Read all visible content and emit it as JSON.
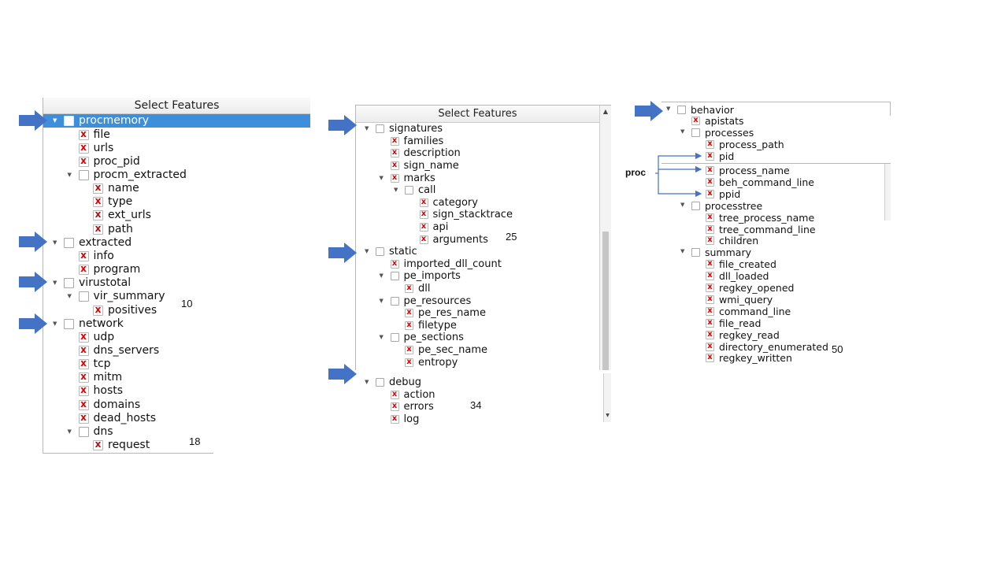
{
  "header_title": "Select Features",
  "panels": [
    {
      "id": "p1",
      "count": "10",
      "count2": "18",
      "rows": [
        {
          "label": "procmemory",
          "level": 0,
          "toggle": "open",
          "check": "box",
          "selected": true
        },
        {
          "label": "file",
          "level": 1,
          "check": "x"
        },
        {
          "label": "urls",
          "level": 1,
          "check": "x"
        },
        {
          "label": "proc_pid",
          "level": 1,
          "check": "x"
        },
        {
          "label": "procm_extracted",
          "level": 1,
          "toggle": "open",
          "check": "box"
        },
        {
          "label": "name",
          "level": 2,
          "check": "x"
        },
        {
          "label": "type",
          "level": 2,
          "check": "x"
        },
        {
          "label": "ext_urls",
          "level": 2,
          "check": "x"
        },
        {
          "label": "path",
          "level": 2,
          "check": "x"
        },
        {
          "label": "extracted",
          "level": 0,
          "toggle": "open",
          "check": "box"
        },
        {
          "label": "info",
          "level": 1,
          "check": "x"
        },
        {
          "label": "program",
          "level": 1,
          "check": "x"
        },
        {
          "label": "virustotal",
          "level": 0,
          "toggle": "open",
          "check": "box"
        },
        {
          "label": "vir_summary",
          "level": 1,
          "toggle": "open",
          "check": "box"
        },
        {
          "label": "positives",
          "level": 2,
          "check": "x"
        },
        {
          "label": "network",
          "level": 0,
          "toggle": "open",
          "check": "box"
        },
        {
          "label": "udp",
          "level": 1,
          "check": "x"
        },
        {
          "label": "dns_servers",
          "level": 1,
          "check": "x"
        },
        {
          "label": "tcp",
          "level": 1,
          "check": "x"
        },
        {
          "label": "mitm",
          "level": 1,
          "check": "x"
        },
        {
          "label": "hosts",
          "level": 1,
          "check": "x"
        },
        {
          "label": "domains",
          "level": 1,
          "check": "x"
        },
        {
          "label": "dead_hosts",
          "level": 1,
          "check": "x"
        },
        {
          "label": "dns",
          "level": 1,
          "toggle": "open",
          "check": "box"
        },
        {
          "label": "request",
          "level": 2,
          "check": "x"
        }
      ]
    },
    {
      "id": "p2",
      "count": "25",
      "count2": "34",
      "rows": [
        {
          "label": "signatures",
          "level": 0,
          "toggle": "open",
          "check": "box"
        },
        {
          "label": "families",
          "level": 1,
          "check": "x"
        },
        {
          "label": "description",
          "level": 1,
          "check": "x"
        },
        {
          "label": "sign_name",
          "level": 1,
          "check": "x"
        },
        {
          "label": "marks",
          "level": 1,
          "toggle": "open",
          "check": "x"
        },
        {
          "label": "call",
          "level": 2,
          "toggle": "open",
          "check": "box"
        },
        {
          "label": "category",
          "level": 3,
          "check": "x"
        },
        {
          "label": "sign_stacktrace",
          "level": 3,
          "check": "x"
        },
        {
          "label": "api",
          "level": 3,
          "check": "x"
        },
        {
          "label": "arguments",
          "level": 3,
          "check": "x"
        },
        {
          "label": "static",
          "level": 0,
          "toggle": "open",
          "check": "box"
        },
        {
          "label": "imported_dll_count",
          "level": 1,
          "check": "x"
        },
        {
          "label": "pe_imports",
          "level": 1,
          "toggle": "open",
          "check": "box"
        },
        {
          "label": "dll",
          "level": 2,
          "check": "x"
        },
        {
          "label": "pe_resources",
          "level": 1,
          "toggle": "open",
          "check": "box"
        },
        {
          "label": "pe_res_name",
          "level": 2,
          "check": "x"
        },
        {
          "label": "filetype",
          "level": 2,
          "check": "x"
        },
        {
          "label": "pe_sections",
          "level": 1,
          "toggle": "open",
          "check": "box"
        },
        {
          "label": "pe_sec_name",
          "level": 2,
          "check": "x"
        },
        {
          "label": "entropy",
          "level": 2,
          "check": "x"
        },
        {
          "label": "debug",
          "level": 0,
          "toggle": "open",
          "check": "box"
        },
        {
          "label": "action",
          "level": 1,
          "check": "x"
        },
        {
          "label": "errors",
          "level": 1,
          "check": "x"
        },
        {
          "label": "log",
          "level": 1,
          "check": "x"
        }
      ]
    },
    {
      "id": "p3",
      "count": "50",
      "proc_label": "proc",
      "rows": [
        {
          "label": "behavior",
          "level": 0,
          "toggle": "open",
          "check": "box"
        },
        {
          "label": "apistats",
          "level": 1,
          "check": "x"
        },
        {
          "label": "processes",
          "level": 1,
          "toggle": "open",
          "check": "box"
        },
        {
          "label": "process_path",
          "level": 2,
          "check": "x"
        },
        {
          "label": "pid",
          "level": 2,
          "check": "x"
        },
        {
          "label": "process_name",
          "level": 2,
          "check": "x"
        },
        {
          "label": "beh_command_line",
          "level": 2,
          "check": "x"
        },
        {
          "label": "ppid",
          "level": 2,
          "check": "x"
        },
        {
          "label": "processtree",
          "level": 1,
          "toggle": "open",
          "check": "box"
        },
        {
          "label": "tree_process_name",
          "level": 2,
          "check": "x"
        },
        {
          "label": "tree_command_line",
          "level": 2,
          "check": "x"
        },
        {
          "label": "children",
          "level": 2,
          "check": "x"
        },
        {
          "label": "summary",
          "level": 1,
          "toggle": "open",
          "check": "box"
        },
        {
          "label": "file_created",
          "level": 2,
          "check": "x"
        },
        {
          "label": "dll_loaded",
          "level": 2,
          "check": "x"
        },
        {
          "label": "regkey_opened",
          "level": 2,
          "check": "x"
        },
        {
          "label": "wmi_query",
          "level": 2,
          "check": "x"
        },
        {
          "label": "command_line",
          "level": 2,
          "check": "x"
        },
        {
          "label": "file_read",
          "level": 2,
          "check": "x"
        },
        {
          "label": "regkey_read",
          "level": 2,
          "check": "x"
        },
        {
          "label": "directory_enumerated",
          "level": 2,
          "check": "x"
        },
        {
          "label": "regkey_written",
          "level": 2,
          "check": "x"
        }
      ]
    }
  ],
  "colors": {
    "selection": "#3d8fdb",
    "arrow": "#4472c4",
    "check_x": "#e00000"
  },
  "icons": {
    "expand": "triangle-down-icon",
    "checked": "red-x-icon",
    "unchecked": "checkbox-icon",
    "pointer": "blue-arrow-icon"
  }
}
